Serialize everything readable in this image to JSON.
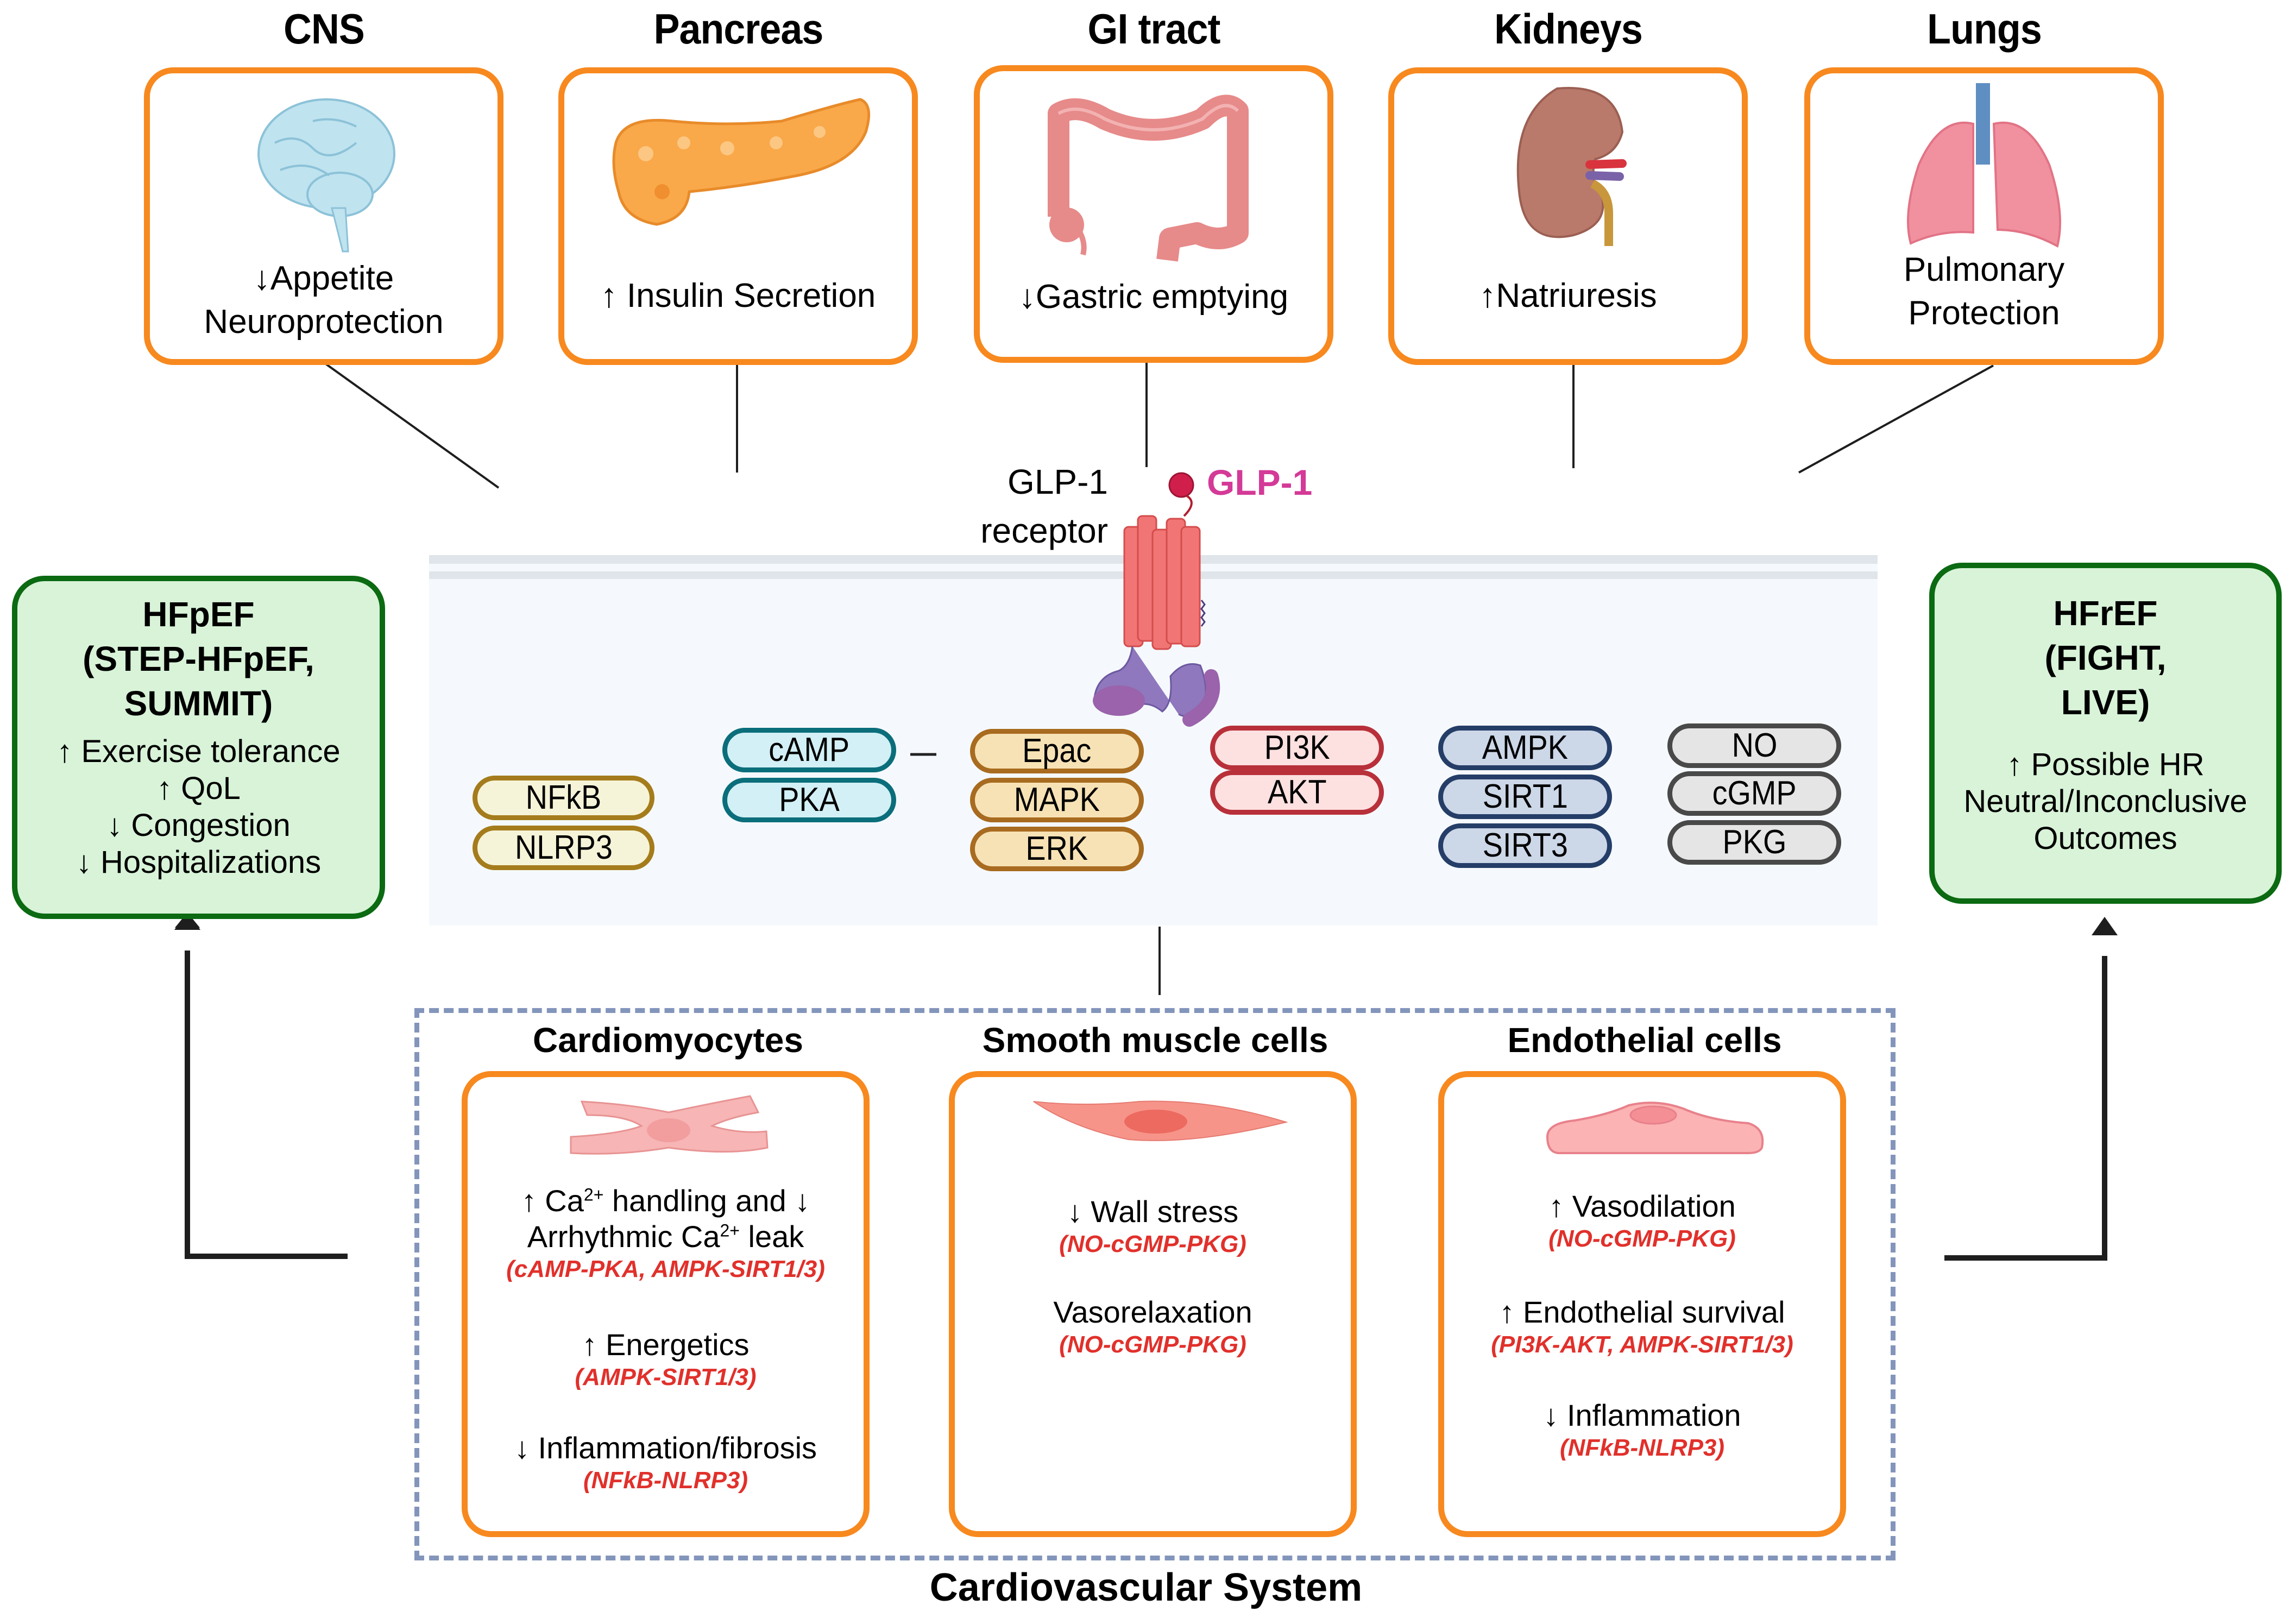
{
  "organs": [
    {
      "title": "CNS",
      "icon": "brain-icon",
      "effects": [
        "↓Appetite",
        "Neuroprotection"
      ]
    },
    {
      "title": "Pancreas",
      "icon": "pancreas-icon",
      "effects": [
        "↑ Insulin Secretion"
      ]
    },
    {
      "title": "GI tract",
      "icon": "colon-icon",
      "effects": [
        "↓Gastric emptying"
      ]
    },
    {
      "title": "Kidneys",
      "icon": "kidney-icon",
      "effects": [
        "↑Natriuresis"
      ]
    },
    {
      "title": "Lungs",
      "icon": "lungs-icon",
      "effects": [
        "Pulmonary",
        "Protection"
      ]
    }
  ],
  "receptor": {
    "receptor_label_line1": "GLP-1",
    "receptor_label_line2": "receptor",
    "ligand_label": "GLP-1",
    "ligand_color": "#d43a97"
  },
  "signaling": {
    "nfkb_group": [
      "NFkB",
      "NLRP3"
    ],
    "camp_group": [
      "cAMP",
      "PKA"
    ],
    "epac_group": [
      "Epac",
      "MAPK",
      "ERK"
    ],
    "pi3k_group": [
      "PI3K",
      "AKT"
    ],
    "ampk_group": [
      "AMPK",
      "SIRT1",
      "SIRT3"
    ],
    "no_group": [
      "NO",
      "cGMP",
      "PKG"
    ]
  },
  "hfpef": {
    "title_lines": [
      "HFpEF",
      "(STEP-HFpEF,",
      "SUMMIT)"
    ],
    "effects": [
      "↑ Exercise tolerance",
      "↑ QoL",
      "↓ Congestion",
      "↓ Hospitalizations"
    ]
  },
  "hfref": {
    "title_lines": [
      "HFrEF",
      "(FIGHT,",
      "LIVE)"
    ],
    "effects": [
      "↑ Possible HR",
      "Neutral/Inconclusive",
      "Outcomes"
    ]
  },
  "cardiovascular": {
    "title": "Cardiovascular System",
    "cells": [
      {
        "title": "Cardiomyocytes",
        "icon": "cardiomyocyte-icon",
        "effects": [
          {
            "pre": "↑ Ca",
            "sup1": "2+",
            "mid": " handling and ↓",
            "line2_pre": "Arrhythmic Ca",
            "sup2": "2+",
            "line2_post": " leak",
            "pathway": "(cAMP-PKA, AMPK-SIRT1/3)"
          },
          {
            "text": "↑ Energetics",
            "pathway": "(AMPK-SIRT1/3)"
          },
          {
            "text": "↓ Inflammation/fibrosis",
            "pathway": "(NFkB-NLRP3)"
          }
        ]
      },
      {
        "title": "Smooth muscle cells",
        "icon": "smooth-muscle-cell-icon",
        "effects": [
          {
            "text": "↓ Wall stress",
            "pathway": "(NO-cGMP-PKG)"
          },
          {
            "text": "Vasorelaxation",
            "pathway": "(NO-cGMP-PKG)"
          }
        ]
      },
      {
        "title": "Endothelial cells",
        "icon": "endothelial-cell-icon",
        "effects": [
          {
            "text": "↑ Vasodilation",
            "pathway": "(NO-cGMP-PKG)"
          },
          {
            "text": "↑ Endothelial survival",
            "pathway": "(PI3K-AKT, AMPK-SIRT1/3)"
          },
          {
            "text": "↓ Inflammation",
            "pathway": "(NFkB-NLRP3)"
          }
        ]
      }
    ]
  },
  "colors": {
    "organ_border": "#f7891f",
    "hf_border": "#0b6a12",
    "hf_fill": "#d8f3d8",
    "pathway_text": "#e1302b",
    "dash_border": "#8395bb"
  }
}
